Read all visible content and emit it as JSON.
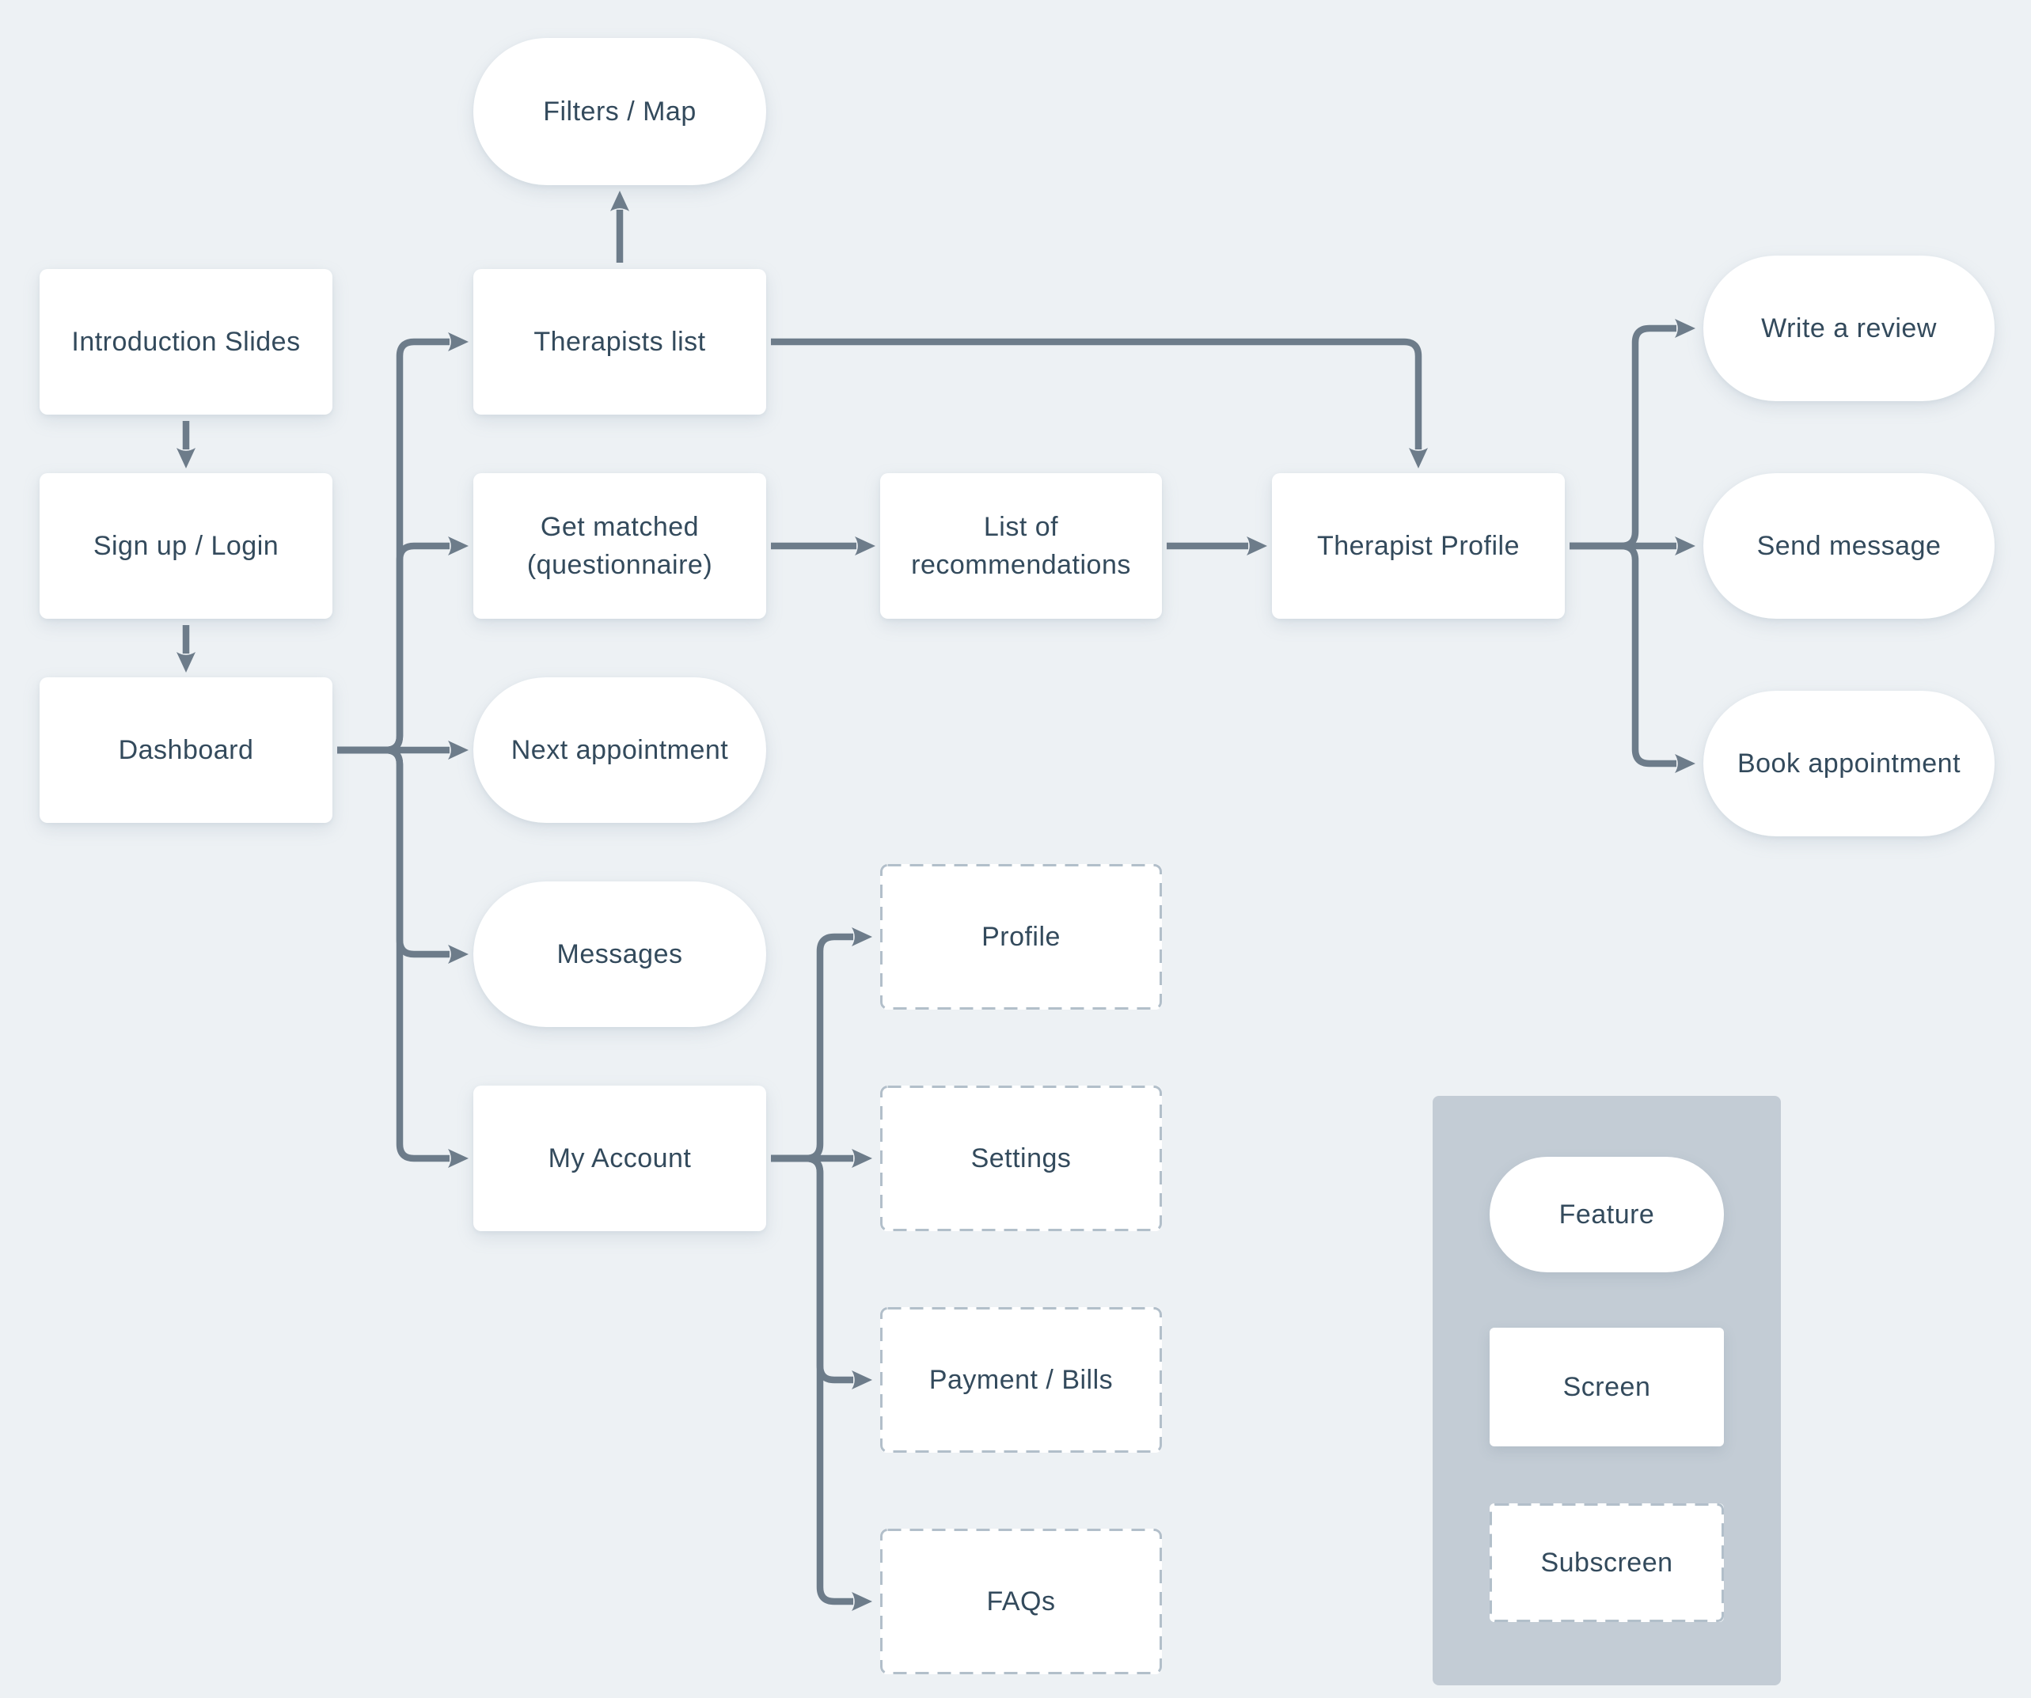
{
  "colors": {
    "background": "#edf1f4",
    "node_fill": "#ffffff",
    "text": "#334a5c",
    "arrow": "#6d7c8a",
    "legend_panel": "#c3ccd5",
    "dashed_border": "#b2bfca"
  },
  "diagram": {
    "nodes": {
      "intro": {
        "label": "Introduction Slides",
        "type": "screen"
      },
      "signup": {
        "label": "Sign up / Login",
        "type": "screen"
      },
      "dashboard": {
        "label": "Dashboard",
        "type": "screen"
      },
      "filters_map": {
        "label": "Filters / Map",
        "type": "feature"
      },
      "therapists_list": {
        "label": "Therapists list",
        "type": "screen"
      },
      "get_matched": {
        "line1": "Get matched",
        "line2": "(questionnaire)",
        "type": "screen"
      },
      "next_appointment": {
        "label": "Next appointment",
        "type": "feature"
      },
      "messages": {
        "label": "Messages",
        "type": "feature"
      },
      "my_account": {
        "label": "My Account",
        "type": "screen"
      },
      "list_recommendations": {
        "line1": "List of",
        "line2": "recommendations",
        "type": "screen"
      },
      "therapist_profile": {
        "label": "Therapist Profile",
        "type": "screen"
      },
      "profile": {
        "label": "Profile",
        "type": "subscreen"
      },
      "settings": {
        "label": "Settings",
        "type": "subscreen"
      },
      "payment_bills": {
        "label": "Payment / Bills",
        "type": "subscreen"
      },
      "faqs": {
        "label": "FAQs",
        "type": "subscreen"
      },
      "write_review": {
        "label": "Write a review",
        "type": "feature"
      },
      "send_message": {
        "label": "Send message",
        "type": "feature"
      },
      "book_appointment": {
        "label": "Book appointment",
        "type": "feature"
      }
    },
    "edges": [
      {
        "from": "intro",
        "to": "signup"
      },
      {
        "from": "signup",
        "to": "dashboard"
      },
      {
        "from": "therapists_list",
        "to": "filters_map"
      },
      {
        "from": "dashboard",
        "to": "therapists_list"
      },
      {
        "from": "dashboard",
        "to": "get_matched"
      },
      {
        "from": "dashboard",
        "to": "next_appointment"
      },
      {
        "from": "dashboard",
        "to": "messages"
      },
      {
        "from": "dashboard",
        "to": "my_account"
      },
      {
        "from": "get_matched",
        "to": "list_recommendations"
      },
      {
        "from": "list_recommendations",
        "to": "therapist_profile"
      },
      {
        "from": "therapists_list",
        "to": "therapist_profile"
      },
      {
        "from": "therapist_profile",
        "to": "write_review"
      },
      {
        "from": "therapist_profile",
        "to": "send_message"
      },
      {
        "from": "therapist_profile",
        "to": "book_appointment"
      },
      {
        "from": "my_account",
        "to": "profile"
      },
      {
        "from": "my_account",
        "to": "settings"
      },
      {
        "from": "my_account",
        "to": "payment_bills"
      },
      {
        "from": "my_account",
        "to": "faqs"
      }
    ]
  },
  "legend": {
    "feature_label": "Feature",
    "screen_label": "Screen",
    "subscreen_label": "Subscreen"
  }
}
